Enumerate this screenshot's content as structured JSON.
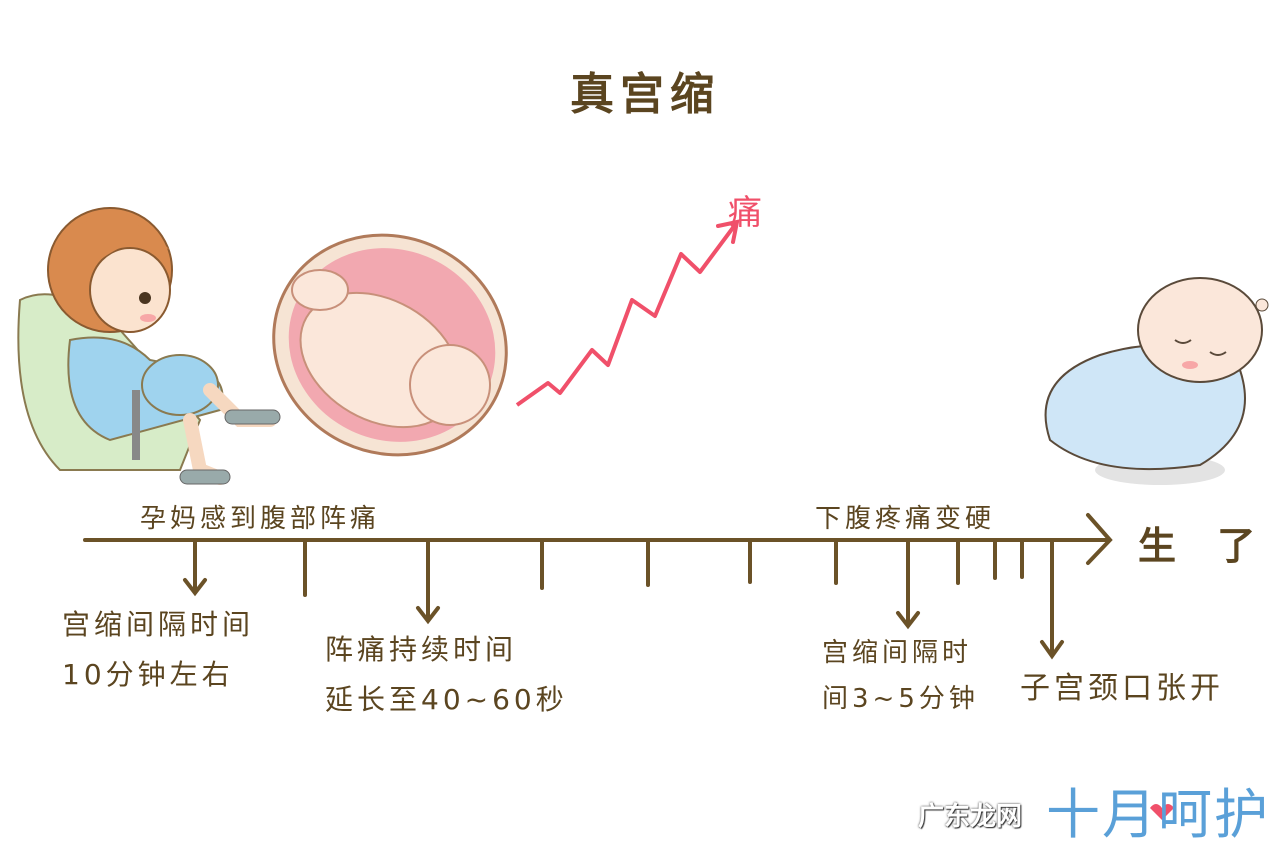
{
  "title": "真宫缩",
  "pain_label": "痛",
  "timeline": {
    "stage_start": "孕妈感到腹部阵痛",
    "stage_late": "下腹疼痛变硬",
    "end_label": "生 了"
  },
  "annotations": {
    "interval_early": [
      "宫缩间隔时间",
      "10分钟左右"
    ],
    "duration": [
      "阵痛持续时间",
      "延长至40~60秒"
    ],
    "interval_late": [
      "宫缩间隔时",
      "间3~5分钟"
    ],
    "cervix": "子宫颈口张开"
  },
  "watermark": {
    "brand": "十月呵护",
    "overlay": "广东龙网"
  },
  "colors": {
    "text": "#5b4520",
    "pain": "#f0506a",
    "swaddle": "#cfe6f7",
    "brand": "#5aa0d8"
  }
}
